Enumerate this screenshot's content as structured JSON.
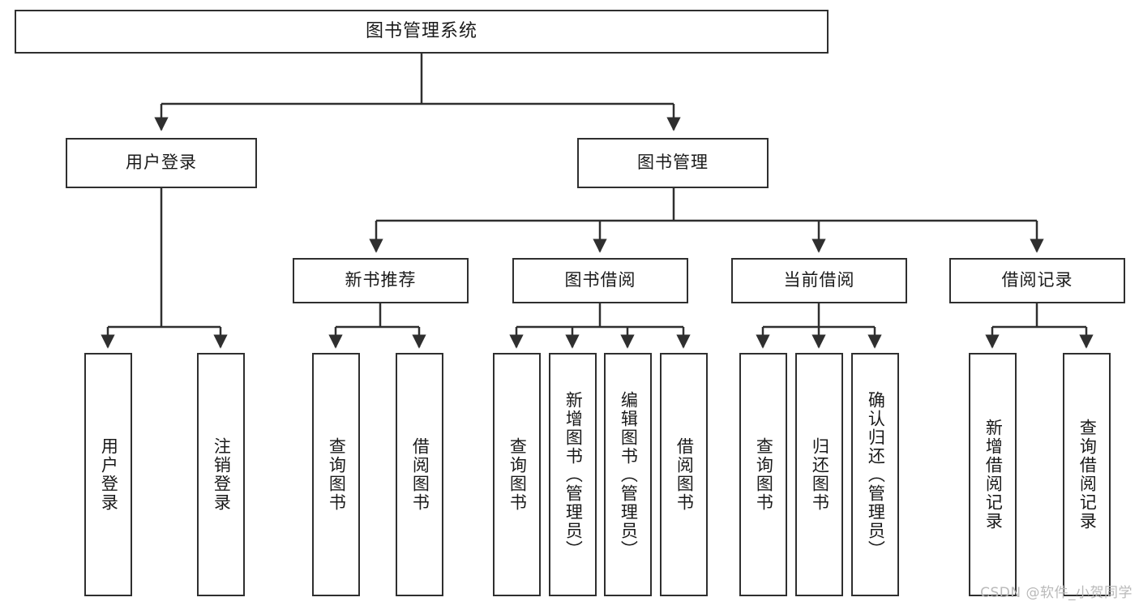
{
  "diagram": {
    "title": "图书管理系统",
    "watermark": "CSDN @软件_小贺同学",
    "colors": {
      "box_border": "#2f2f2f",
      "line": "#2f2f2f",
      "background": "#ffffff",
      "text": "#1a1a1a",
      "watermark": "#b9b9b9"
    },
    "root": {
      "label": "图书管理系统"
    },
    "level2": [
      {
        "label": "用户登录"
      },
      {
        "label": "图书管理"
      }
    ],
    "level3": [
      {
        "label": "新书推荐"
      },
      {
        "label": "图书借阅"
      },
      {
        "label": "当前借阅"
      },
      {
        "label": "借阅记录"
      }
    ],
    "leaves": {
      "user_login": [
        {
          "label": "用户登录"
        },
        {
          "label": "注销登录"
        }
      ],
      "new_book": [
        {
          "label": "查询图书"
        },
        {
          "label": "借阅图书"
        }
      ],
      "book_borrow": [
        {
          "label": "查询图书"
        },
        {
          "label": "新增图书（管理员）"
        },
        {
          "label": "编辑图书（管理员）"
        },
        {
          "label": "借阅图书"
        }
      ],
      "current_borrow": [
        {
          "label": "查询图书"
        },
        {
          "label": "归还图书"
        },
        {
          "label": "确认归还（管理员）"
        }
      ],
      "borrow_record": [
        {
          "label": "新增借阅记录"
        },
        {
          "label": "查询借阅记录"
        }
      ]
    }
  }
}
